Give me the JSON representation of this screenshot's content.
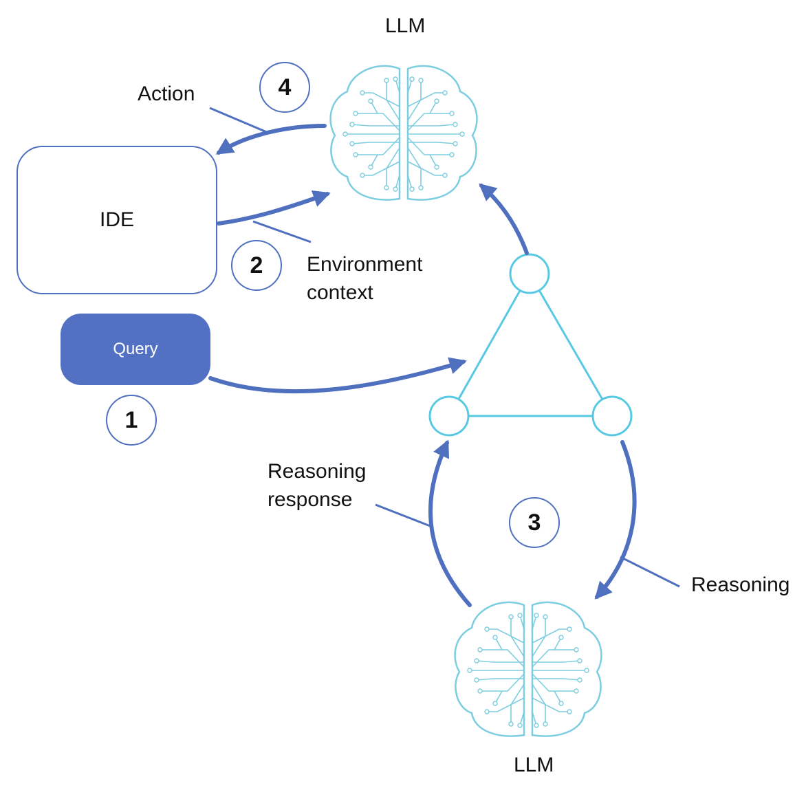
{
  "labels": {
    "llm_top": "LLM",
    "llm_bottom": "LLM",
    "action": "Action",
    "ide": "IDE",
    "env_line1": "Environment",
    "env_line2": "context",
    "query": "Query",
    "reasoning_response_line1": "Reasoning",
    "reasoning_response_line2": "response",
    "reasoning": "Reasoning"
  },
  "steps": [
    "1",
    "2",
    "3",
    "4"
  ],
  "colors": {
    "arrow": "#4f6fbf",
    "query_fill": "#5271c3",
    "brain": "#7ccde0",
    "triangle": "#58c9e3"
  },
  "icons": [
    "brain-circuit-icon",
    "brain-circuit-icon"
  ]
}
